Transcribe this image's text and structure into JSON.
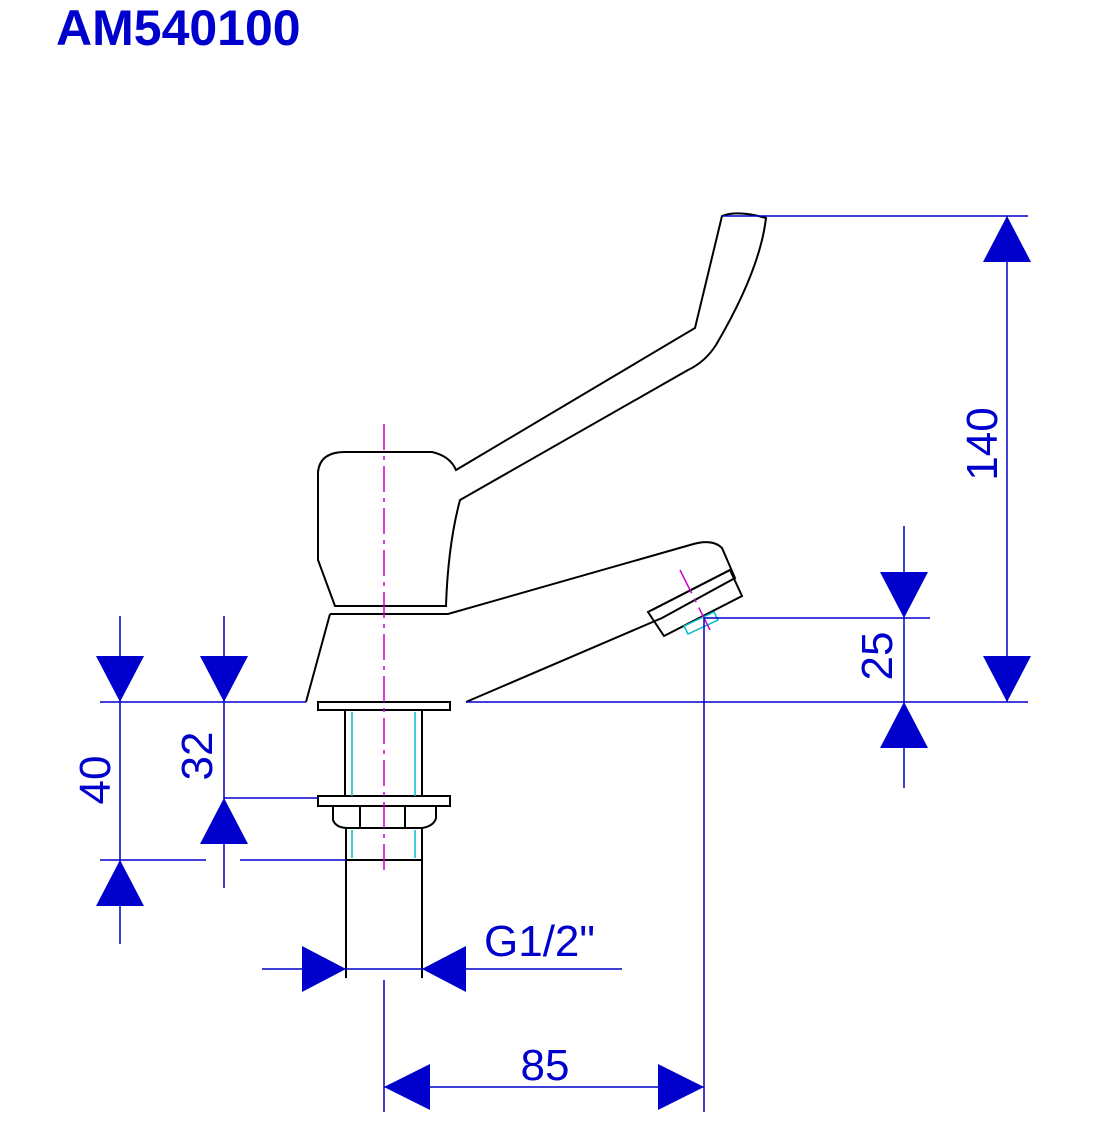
{
  "drawing": {
    "title": "AM540100",
    "dimensions": {
      "overall_height": "140",
      "spout_height": "25",
      "below_deck": "40",
      "mount_thread_length": "32",
      "thread_size": "G1/2\"",
      "spout_reach": "85"
    }
  },
  "colors": {
    "outline": "#000000",
    "dimension": "#0000cc",
    "centerline": "#cc00cc",
    "thread": "#00bbcc"
  }
}
